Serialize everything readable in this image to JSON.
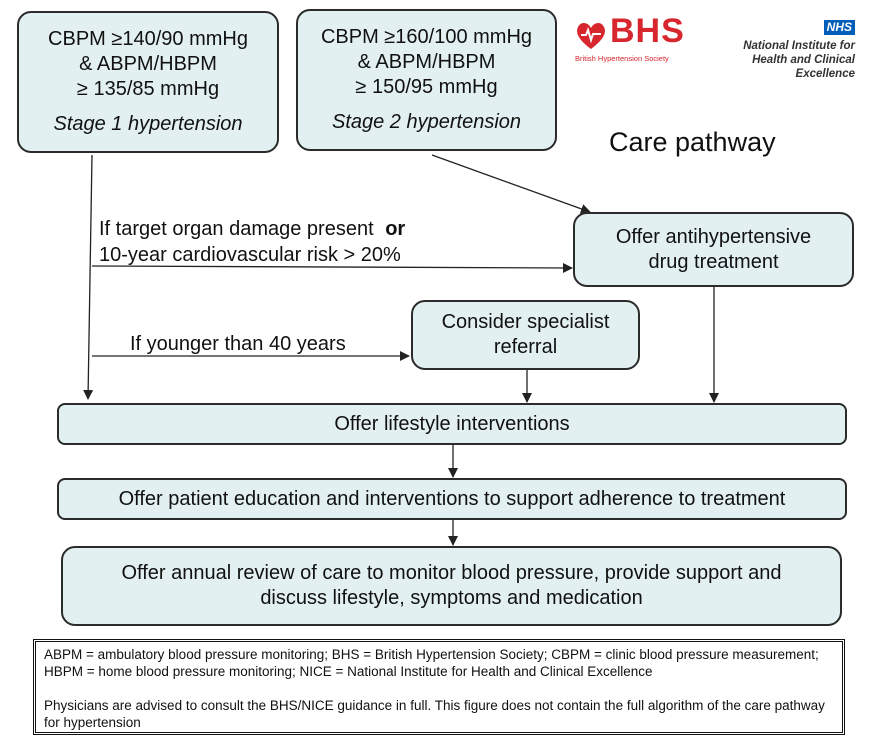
{
  "stage1": {
    "line1": "CBPM ≥140/90 mmHg",
    "line2": "& ABPM/HBPM",
    "line3": "≥ 135/85 mmHg",
    "stage": "Stage 1 hypertension"
  },
  "stage2": {
    "line1": "CBPM ≥160/100 mmHg",
    "line2": "& ABPM/HBPM",
    "line3": "≥ 150/95 mmHg",
    "stage": "Stage 2 hypertension"
  },
  "logos": {
    "bhs_mark": "BHS",
    "bhs_name": "British Hypertension Society",
    "nhs_mark": "NHS",
    "nice_name_line1": "National Institute for",
    "nice_name_line2": "Health and Clinical Excellence"
  },
  "title": "Care pathway",
  "conditions": {
    "organ_damage_part1": "If target organ damage present",
    "organ_damage_or": "or",
    "organ_damage_line2": "10-year cardiovascular  risk > 20%",
    "younger": "If younger than 40 years"
  },
  "boxes": {
    "drug_line1": "Offer antihypertensive",
    "drug_line2": "drug treatment",
    "referral_line1": "Consider specialist",
    "referral_line2": "referral",
    "lifestyle": "Offer lifestyle interventions",
    "education": "Offer patient education and interventions to support adherence to treatment",
    "review_line1": "Offer annual review of care to monitor blood pressure, provide support and",
    "review_line2": "discuss lifestyle, symptoms and medication"
  },
  "legend": {
    "abbreviations": "ABPM = ambulatory blood pressure monitoring; BHS = British Hypertension Society; CBPM = clinic blood pressure measurement; HBPM = home blood pressure monitoring; NICE = National Institute for Health and Clinical Excellence",
    "advice": "Physicians are advised to consult the BHS/NICE guidance in full.  This figure does not contain the full algorithm of the care pathway for hypertension"
  },
  "colors": {
    "box_fill": "#e3f0f1",
    "bhs_red": "#d7262d",
    "nhs_blue": "#005eb8"
  }
}
